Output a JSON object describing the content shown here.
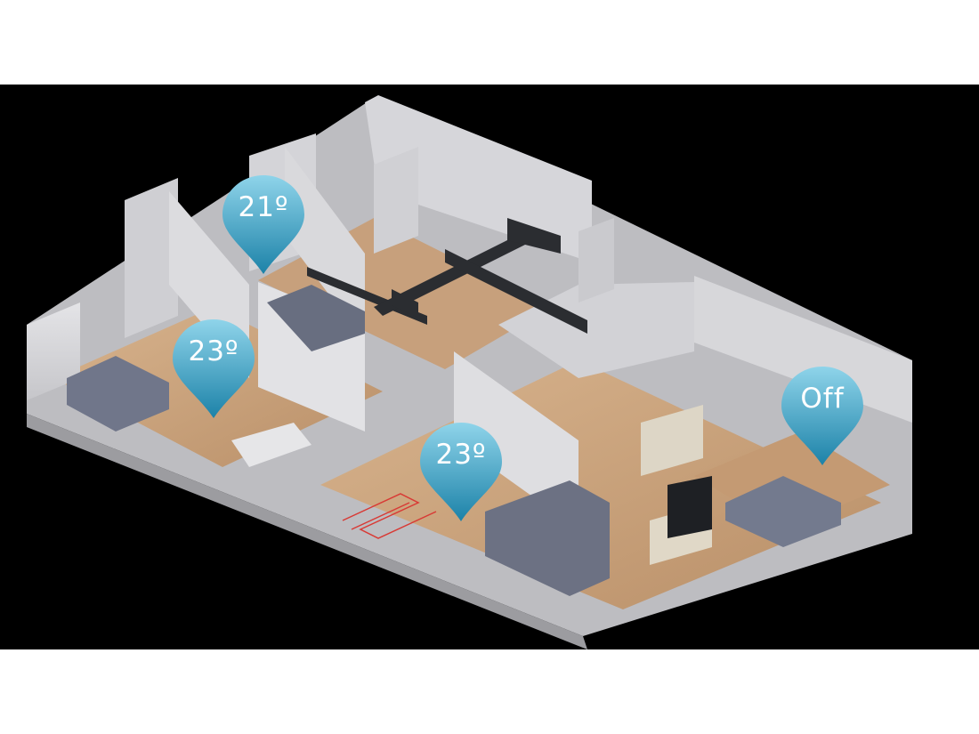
{
  "floorplan": {
    "zones": [
      {
        "id": "bedroom-north",
        "label": "21º"
      },
      {
        "id": "bedroom-west",
        "label": "23º"
      },
      {
        "id": "living-room",
        "label": "23º"
      },
      {
        "id": "bedroom-east",
        "label": "Off"
      }
    ]
  },
  "colors": {
    "background": "#000000",
    "page": "#ffffff",
    "pin_top": "#8fd4ea",
    "pin_bottom": "#1c82a8",
    "wall": "#d9d9dc",
    "wall_shadow": "#b9b9bd",
    "floor": "#c9a07a",
    "duct": "#2b2d31",
    "furniture": "#6b7080"
  }
}
